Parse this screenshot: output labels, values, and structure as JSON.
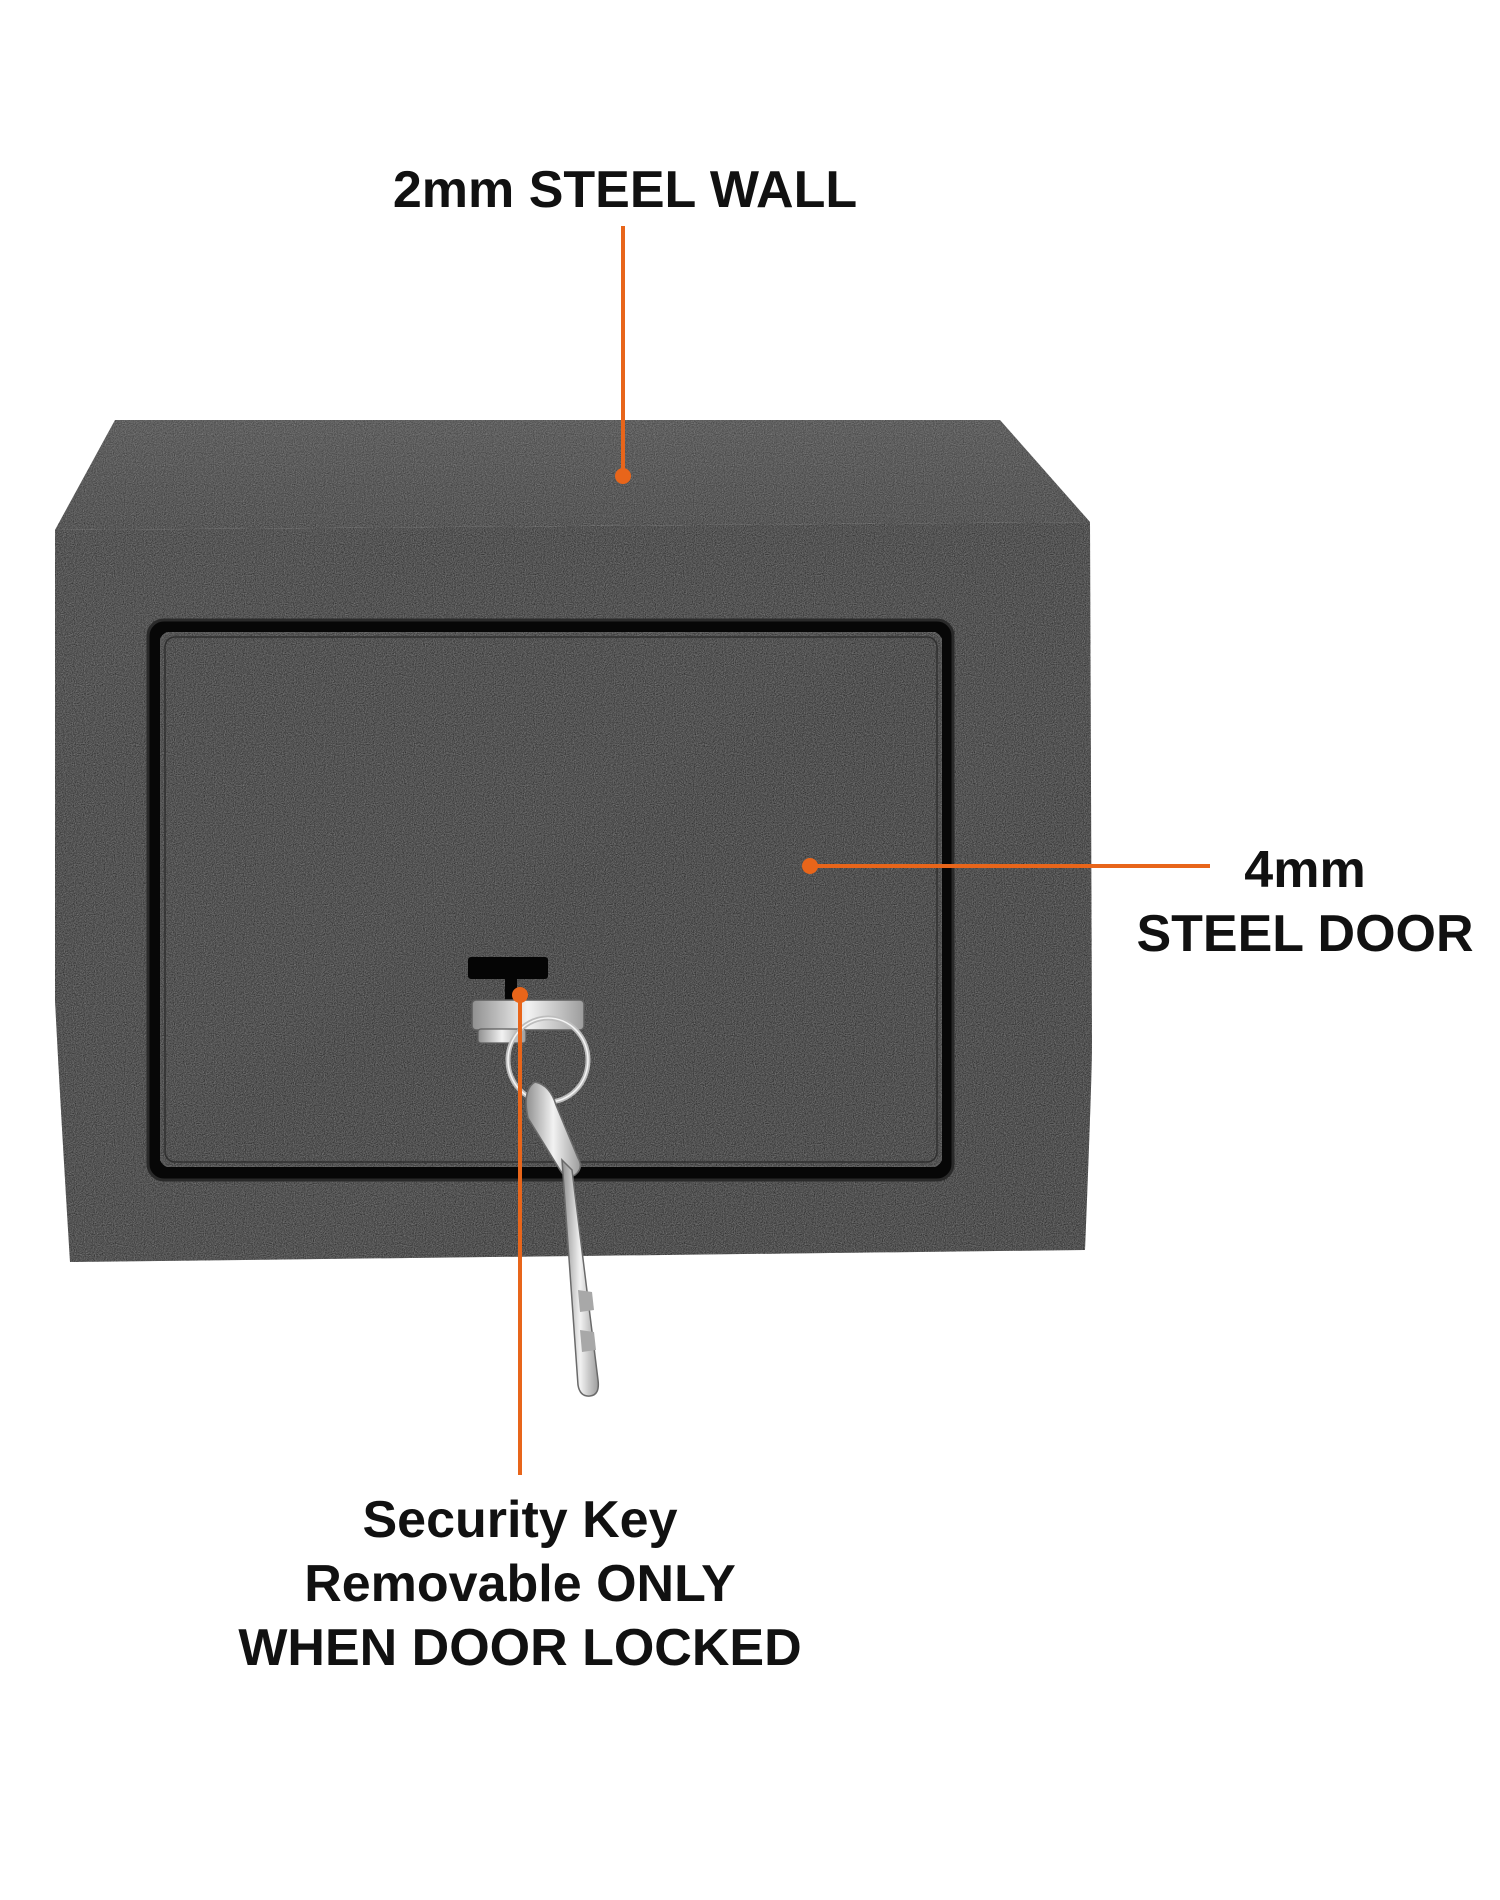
{
  "callouts": {
    "wall": {
      "lines": [
        "2mm STEEL WALL"
      ]
    },
    "door": {
      "lines": [
        "4mm",
        "STEEL DOOR"
      ]
    },
    "key": {
      "lines": [
        "Security Key",
        "Removable ONLY",
        "WHEN DOOR LOCKED"
      ]
    }
  },
  "colors": {
    "accent": "#e8651a",
    "safe_body": "#141414",
    "text": "#111111",
    "background": "#ffffff",
    "key_metal": "#c8c8c8"
  },
  "icons": {
    "product": "key-lock-safe",
    "key": "key-icon"
  }
}
